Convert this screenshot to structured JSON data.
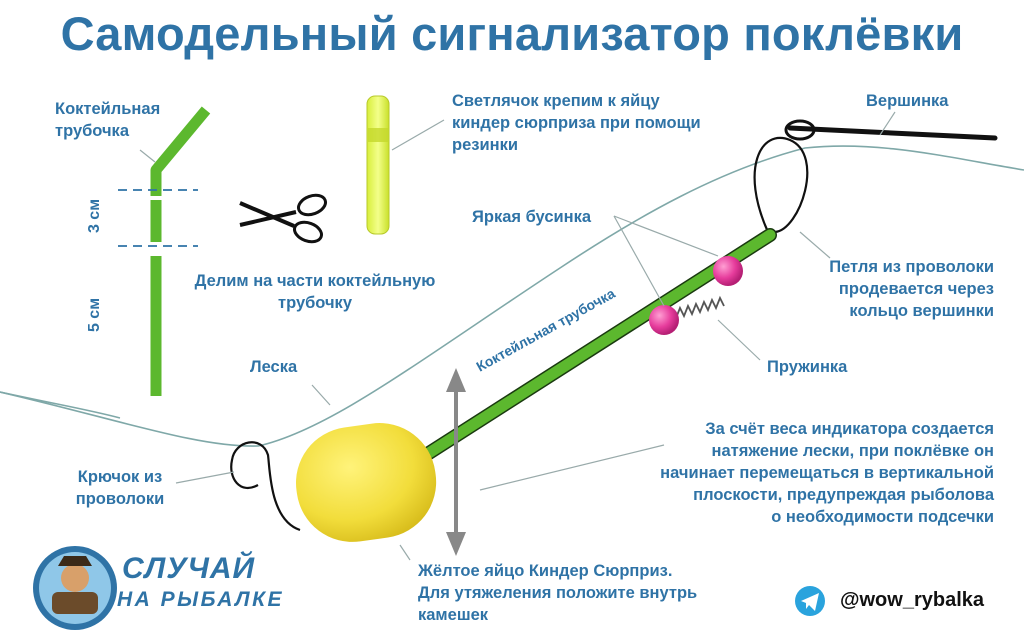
{
  "title": "Самодельный сигнализатор поклёвки",
  "labels": {
    "cocktail_tube_top": [
      "Коктейльная",
      "трубочка"
    ],
    "glowstick": [
      "Светлячок крепим к яйцу",
      "киндер сюрприза при помощи",
      "резинки"
    ],
    "tip": "Вершинка",
    "bright_bead": "Яркая бусинка",
    "wire_loop": [
      "Петля из проволоки",
      "продевается через",
      "кольцо вершинки"
    ],
    "divide_tube": [
      "Делим на части коктейльную",
      "трубочку"
    ],
    "size_3": "3 см",
    "size_5": "5 см",
    "line": "Леска",
    "spring": "Пружинка",
    "tube_on_line": "Коктейльная трубочка",
    "explanation": [
      "За счёт веса индикатора создается",
      "натяжение лески, при поклёвке он",
      "начинает перемещаться в вертикальной",
      "плоскости, предупреждая рыболова",
      "о необходимости подсечки"
    ],
    "hook": [
      "Крючок из",
      "проволоки"
    ],
    "egg": [
      "Жёлтое яйцо Киндер Сюрприз.",
      "Для утяжеления положите внутрь",
      "камешек"
    ]
  },
  "brand": {
    "line1": "СЛУЧАЙ",
    "line2": "НА РЫБАЛКЕ"
  },
  "social": {
    "handle": "@wow_rybalka",
    "icon": "telegram-icon"
  },
  "colors": {
    "accent": "#2f73a6",
    "tube": "#5cb82e",
    "egg": "#f2dd3b",
    "bead": "#e63c9c",
    "line": "#7fa8a8",
    "telegram": "#2aa3dd"
  }
}
